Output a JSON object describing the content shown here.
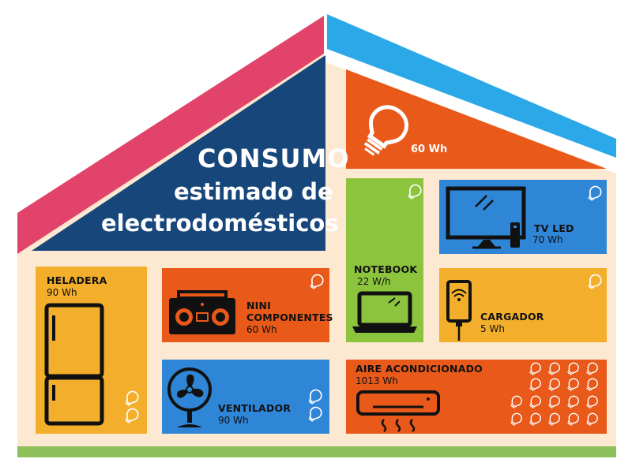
{
  "title": {
    "line1": "CONSUMO",
    "line2": "estimado de",
    "line3": "electrodomésticos"
  },
  "colors": {
    "blue_dark": "#17467a",
    "blue_light": "#2f86d6",
    "sky": "#2aa8e8",
    "pink": "#e2436b",
    "orange": "#e8591a",
    "yellow": "#f3ae2c",
    "green": "#8cc43e",
    "cream": "#fde8d2",
    "ground": "#8dbf5a"
  },
  "appliances": {
    "foco": {
      "value": "60 Wh"
    },
    "notebook": {
      "label": "NOTEBOOK",
      "value": "22 W/h"
    },
    "tv": {
      "label": "TV LED",
      "value": "70 Wh"
    },
    "heladera": {
      "label": "HELADERA",
      "value": "90 Wh"
    },
    "nini": {
      "label1": "NINI",
      "label2": "COMPONENTES",
      "value": "60 Wh"
    },
    "cargador": {
      "label": "CARGADOR",
      "value": "5 Wh"
    },
    "ventilador": {
      "label": "VENTILADOR",
      "value": "90 Wh"
    },
    "aire": {
      "label": "AIRE ACONDICIONADO",
      "value": "1013 Wh"
    }
  },
  "icons": {
    "bulb": "light-bulb-icon",
    "fridge": "refrigerator-icon",
    "stereo": "boombox-icon",
    "fan": "fan-icon",
    "laptop": "laptop-icon",
    "tv": "television-icon",
    "phone": "phone-charger-icon",
    "ac": "air-conditioner-icon"
  }
}
